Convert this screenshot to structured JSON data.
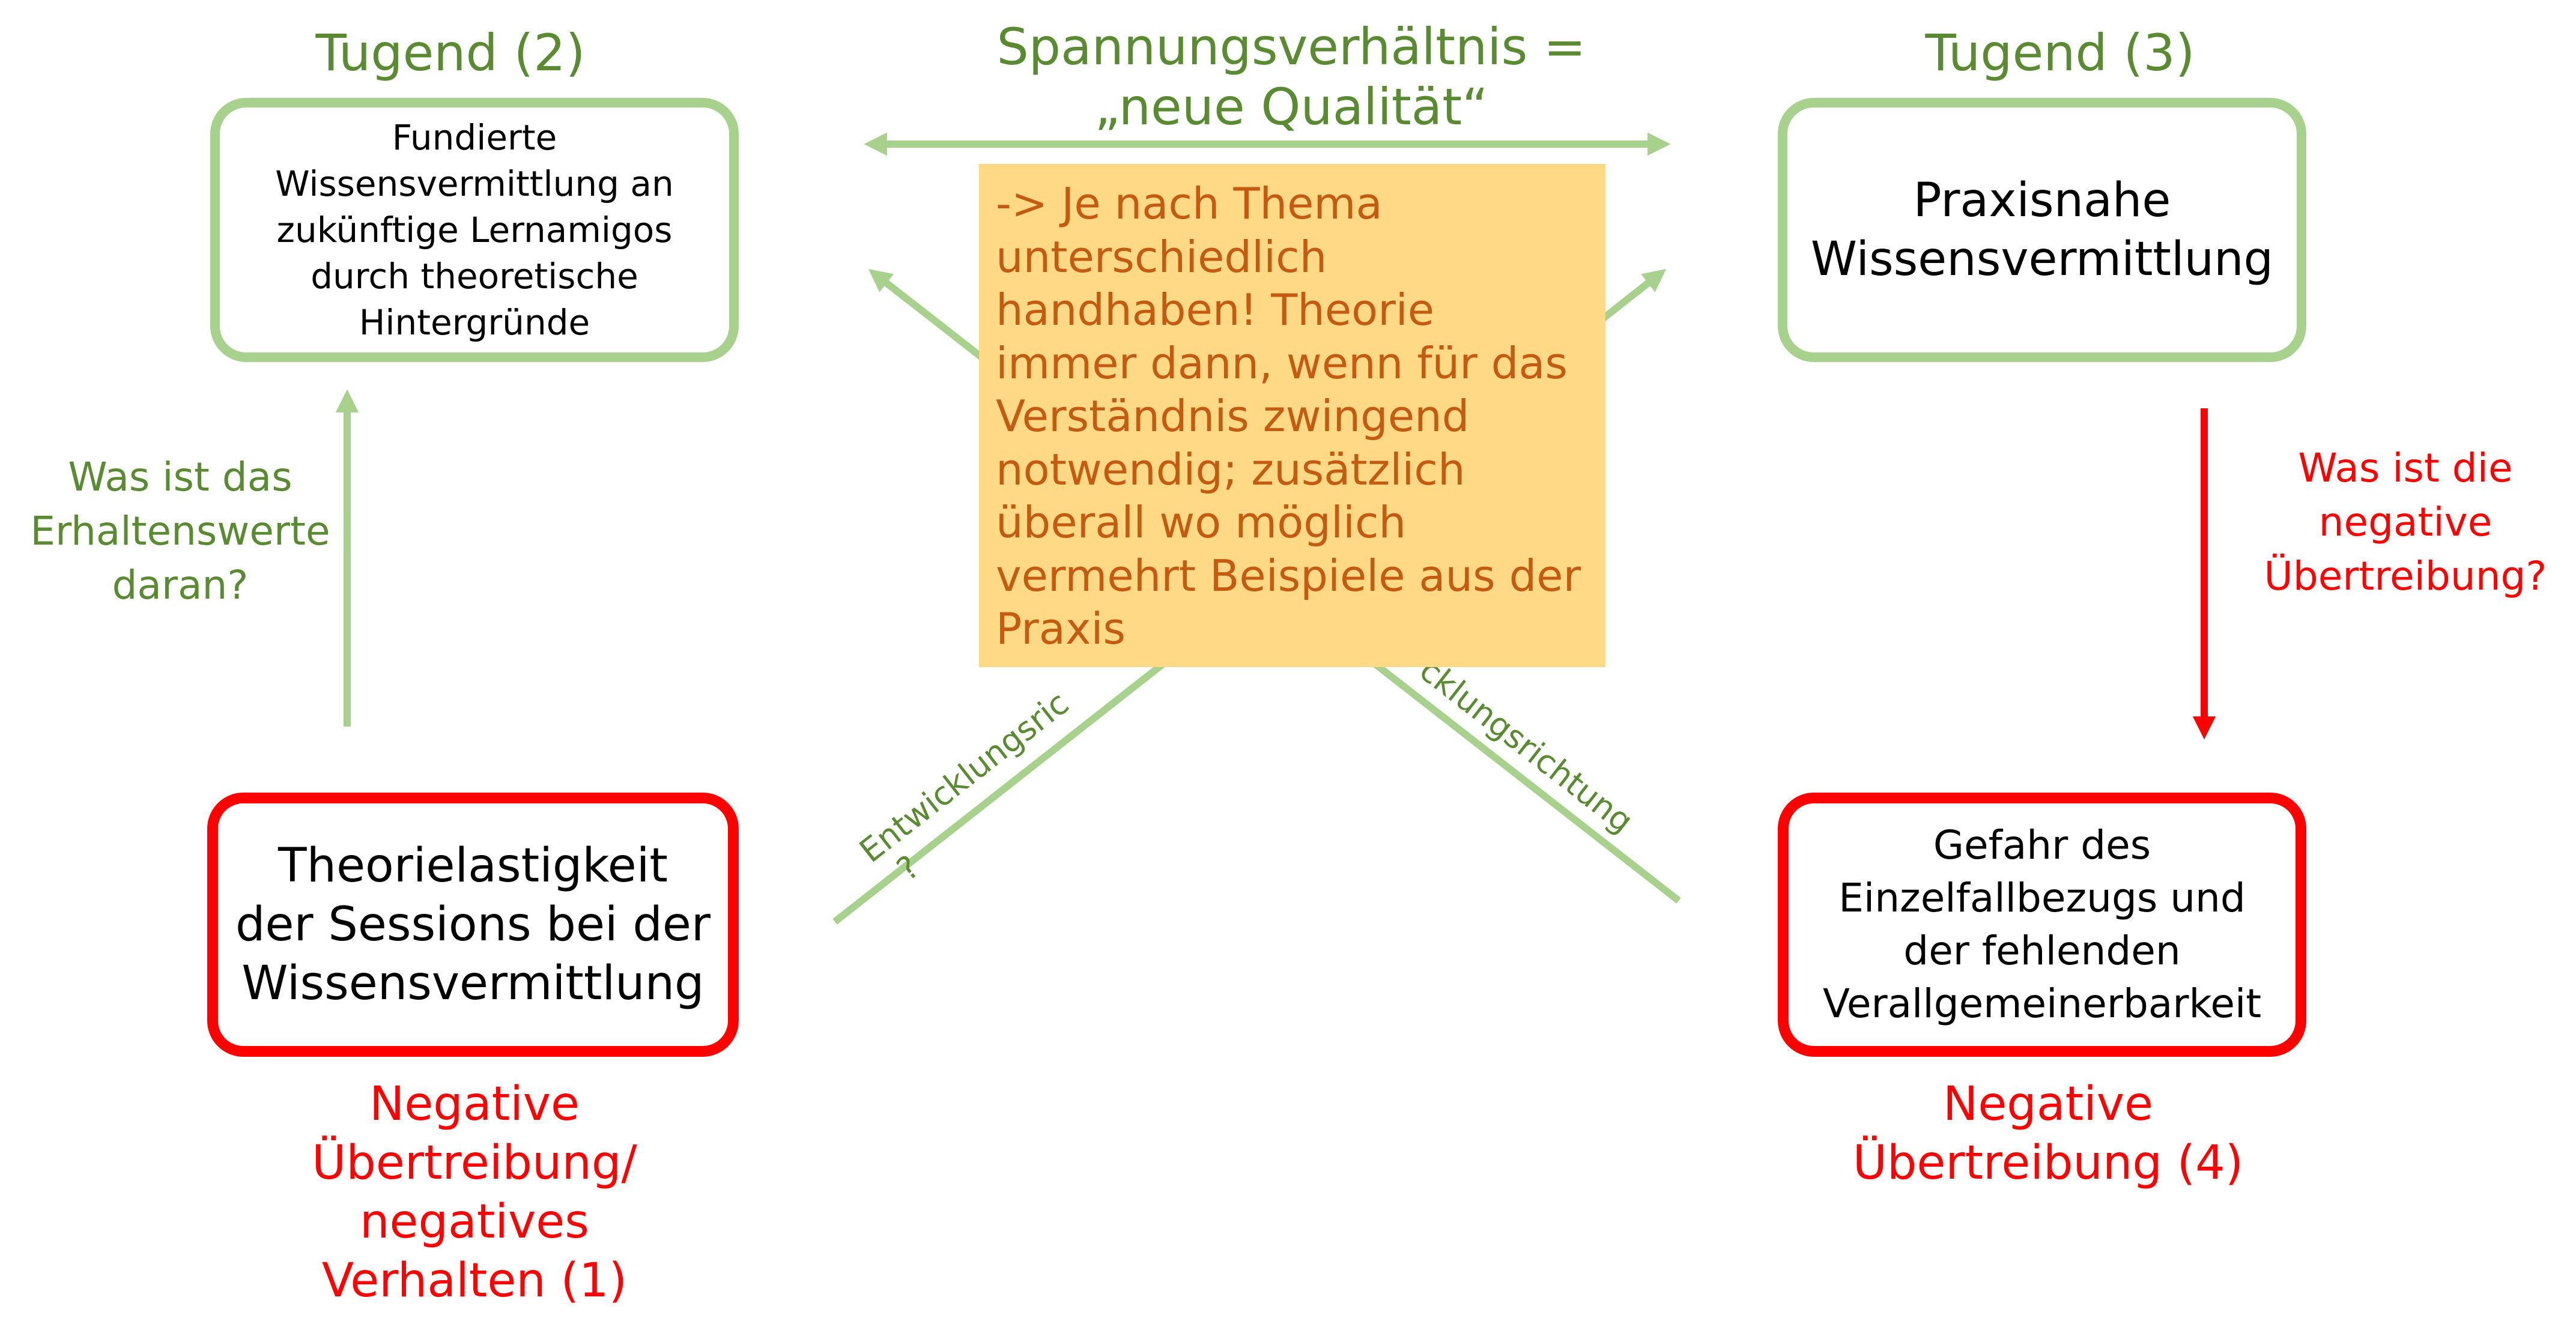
{
  "diagram": {
    "tension": {
      "line1": "Spannungsverhältnis =",
      "line2": "„neue Qualität“"
    },
    "virtue_2": {
      "heading": "Tugend (2)",
      "box_lines": [
        "Fundierte",
        "Wissensvermittlung an",
        "zukünftige Lernamigos",
        "durch theoretische",
        "Hintergründe"
      ]
    },
    "virtue_3": {
      "heading": "Tugend (3)",
      "box_lines": [
        "Praxisnahe",
        "Wissensvermittlung"
      ]
    },
    "negative_1": {
      "box_lines": [
        "Theorielastigkeit",
        "der Sessions bei der",
        "Wissensvermittlung"
      ],
      "caption_lines": [
        "Negative",
        "Übertreibung/",
        "negatives",
        "Verhalten (1)"
      ]
    },
    "negative_4": {
      "box_lines": [
        "Gefahr des",
        "Einzelfallbezugs und",
        "der fehlenden",
        "Verallgemeinerbarkeit"
      ],
      "caption_lines": [
        "Negative",
        "Übertreibung (4)"
      ]
    },
    "question_left": [
      "Was ist das",
      "Erhaltenswerte",
      "daran?"
    ],
    "question_right": [
      "Was ist die",
      "negative",
      "Übertreibung?"
    ],
    "diagonal_left": {
      "line1": "Entwicklungsric",
      "line2": "?"
    },
    "diagonal_right": "cklungsrichtung",
    "note_lines": [
      "-> Je nach Thema",
      "unterschiedlich",
      "handhaben! Theorie",
      "immer dann, wenn für das",
      "Verständnis zwingend",
      "notwendig; zusätzlich",
      "überall wo möglich",
      "vermehrt Beispiele aus der",
      "Praxis"
    ],
    "colors": {
      "virtue": "#a9d18e",
      "virtue_text": "#5a8a32",
      "negative": "#ff0000",
      "note_bg": "#ffd985",
      "note_text": "#c55a11"
    }
  }
}
